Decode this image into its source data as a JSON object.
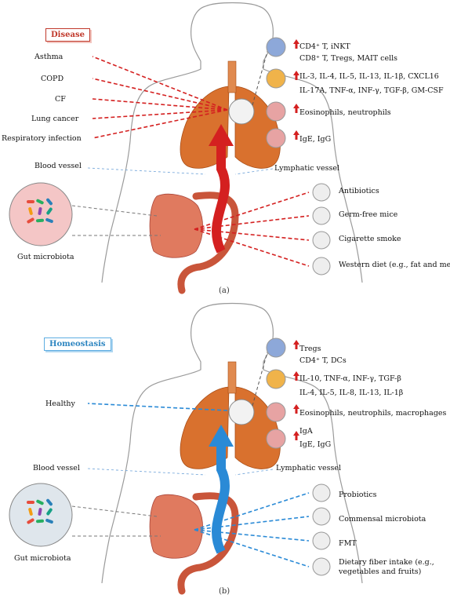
{
  "panels": [
    {
      "id": "a",
      "caption": "(a)",
      "status_label": "Disease",
      "status_color": "#c0392b",
      "arrow_color": "#d42020",
      "conditions": [
        "Asthma",
        "COPD",
        "CF",
        "Lung cancer",
        "Respiratory infection"
      ],
      "vessel_left": "Blood vessel",
      "vessel_right": "Lymphatic vessel",
      "microbiota_label": "Gut microbiota",
      "immune_rows": [
        {
          "up": "CD4⁺ T, iNKT",
          "down": "CD8⁺ T, Tregs, MAIT cells"
        },
        {
          "up": "IL-3, IL-4, IL-5, IL-13, IL-1β, CXCL16",
          "down": "IL-17A, TNF-α, INF-γ, TGF-β, GM-CSF"
        },
        {
          "up": "Eosinophils, neutrophils",
          "down": ""
        },
        {
          "up": "IgE, IgG",
          "down": ""
        }
      ],
      "factors": [
        "Antibiotics",
        "Germ-free mice",
        "Cigarette smoke",
        "Western diet (e.g., fat and meat)"
      ]
    },
    {
      "id": "b",
      "caption": "(b)",
      "status_label": "Homeostasis",
      "status_color": "#2e86c1",
      "arrow_color": "#2a8ad6",
      "conditions": [
        "Healthy"
      ],
      "vessel_left": "Blood vessel",
      "vessel_right": "Lymphatic vessel",
      "microbiota_label": "Gut microbiota",
      "immune_rows": [
        {
          "up": "Tregs",
          "down": "CD4⁺ T, DCs"
        },
        {
          "up": "IL-10, TNF-α, INF-γ, TGF-β",
          "down": "IL-4, IL-5, IL-8, IL-13, IL-1β"
        },
        {
          "up": "",
          "down": "Eosinophils, neutrophils, macrophages"
        },
        {
          "up": "IgA",
          "down": "IgE, IgG"
        }
      ],
      "factors": [
        "Probiotics",
        "Commensal microbiota",
        "FMT",
        "Dietary fiber intake (e.g., vegetables and fruits)"
      ]
    }
  ],
  "colors": {
    "up_arrow": "#d42020",
    "down_arrow": "#1f6fd1",
    "body_outline": "#9a9a9a",
    "lung": "#d9712e",
    "gut": "#e07a5f"
  }
}
